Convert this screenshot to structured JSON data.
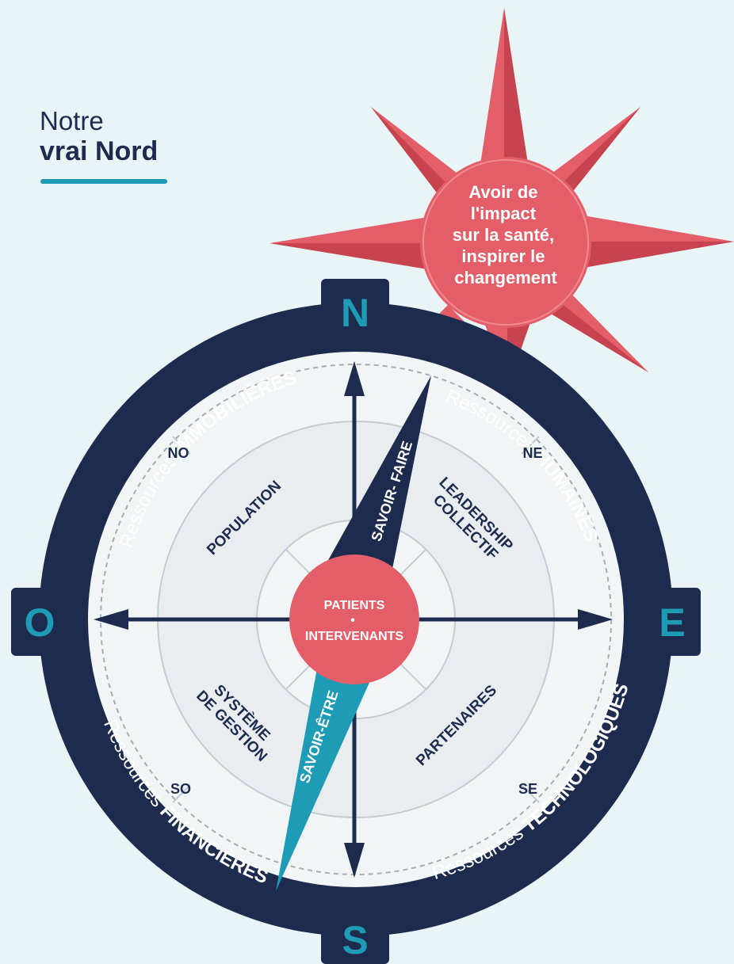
{
  "heading": {
    "line1": "Notre",
    "line2": "vrai Nord"
  },
  "star_text": [
    "Avoir de",
    "l'impact",
    "sur la santé,",
    "inspirer le",
    "changement"
  ],
  "cardinals": {
    "n": "N",
    "s": "S",
    "e": "E",
    "o": "O"
  },
  "intercardinals": {
    "no": "NO",
    "ne": "NE",
    "so": "SO",
    "se": "SE"
  },
  "ring": {
    "prefix": "Ressources",
    "immobilieres": "IMMOBILIÈRES",
    "humaines": "HUMAINES",
    "financieres": "FINANCIÈRES",
    "technologiques": "TECHNOLOGIQUES"
  },
  "quadrants": {
    "population": "POPULATION",
    "leadership_1": "LEADERSHIP",
    "leadership_2": "COLLECTIF",
    "systeme_1": "SYSTÈME",
    "systeme_2": "DE GESTION",
    "partenaires": "PARTENAIRES"
  },
  "needle": {
    "north_label": "SAVOIR- FAIRE",
    "south_label": "SAVOIR-ÊTRE"
  },
  "center": {
    "line1": "PATIENTS",
    "dot": "•",
    "line2": "INTERVENANTS"
  },
  "colors": {
    "background": "#e9f4f7",
    "navy": "#1d2b4f",
    "teal": "#1e9bb5",
    "coral": "#e35e68",
    "coral_dark": "#c7434f",
    "dial": "#f2f5f6"
  }
}
